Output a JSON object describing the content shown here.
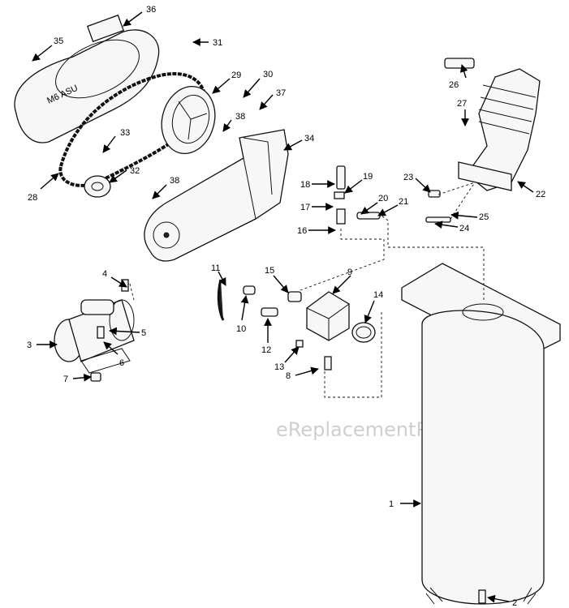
{
  "watermark": "eReplacementParts.com",
  "callouts": [
    "1",
    "2",
    "3",
    "4",
    "5",
    "6",
    "7",
    "8",
    "9",
    "10",
    "11",
    "12",
    "13",
    "14",
    "15",
    "16",
    "17",
    "18",
    "19",
    "20",
    "21",
    "22",
    "23",
    "24",
    "25",
    "26",
    "27",
    "28",
    "29",
    "30",
    "31",
    "32",
    "33",
    "34",
    "35",
    "36",
    "37",
    "38",
    "38"
  ],
  "colors": {
    "ink": "#111111",
    "paper": "#ffffff",
    "watermark": "#cfcfcf"
  }
}
